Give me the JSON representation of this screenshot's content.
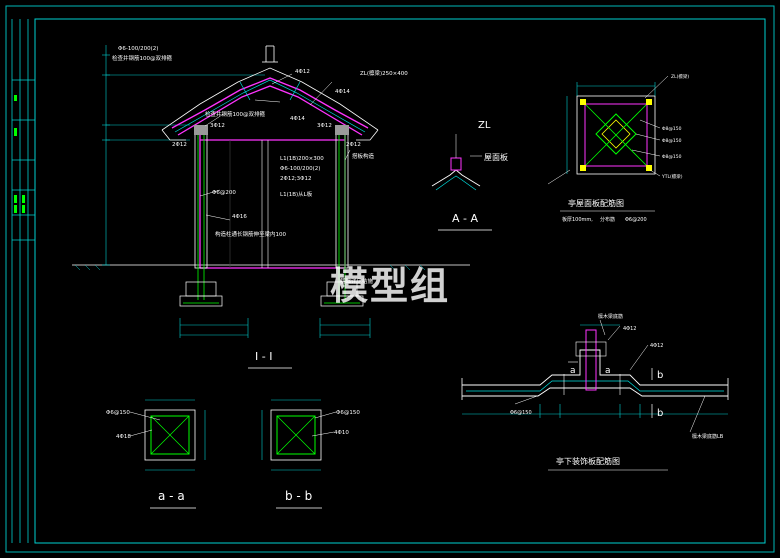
{
  "watermark": "模型组",
  "section_main": {
    "title": "I - I",
    "labels": {
      "top_rebar": "Φ6-100/200(2)",
      "top_note": "检查井钢筋100@双排箍",
      "ridge_rebar": "4Φ12",
      "zl_beam": "ZL(檩梁)250×400",
      "left_rebar_a": "4Φ14",
      "left_rebar_b": "3Φ12",
      "right_rebar": "3Φ12",
      "left_col_rebar": "2Φ12",
      "right_col_rebar": "2Φ12",
      "right_note": "搭板构造",
      "beam_l1": "L1(1B)200×300",
      "beam_l1_rebar": "Φ6-100/200(2)",
      "beam_l1_b": "2Φ12;3Φ12",
      "beam_l1_c": "L1(1B)从L板",
      "col_stirrup": "Φ6@200",
      "col_main": "4Φ16",
      "col_note": "构造柱通长钢筋伸至梁内100",
      "base_note": "基础详见结施"
    }
  },
  "section_aa": {
    "title": "A - A",
    "zl": "ZL",
    "roof_slab": "屋面板"
  },
  "roof_plan": {
    "title": "亭屋面板配筋图",
    "note_a": "板厚100mm,",
    "note_b": "分布筋",
    "note_c": "Φ6@200",
    "tags": [
      "ZL(檩梁)",
      "Φ8@150",
      "Φ8@150",
      "Φ8@150",
      "YTL(檩梁)"
    ]
  },
  "section_a_small": {
    "title": "a - a",
    "stirrup": "Φ6@150",
    "main": "4Φ18"
  },
  "section_b_small": {
    "title": "b - b",
    "stirrup": "Φ6@150",
    "main": "4Φ10"
  },
  "beam_detail": {
    "title": "亭下装饰板配筋图",
    "top_note": "檩木梁底筋",
    "top_rebar": "4Φ12",
    "right_rebar": "4Φ12",
    "left_rebar": "Φ6@150",
    "right_note": "檩木梁底筋LB",
    "tag_a": "a",
    "tag_b": "b"
  }
}
